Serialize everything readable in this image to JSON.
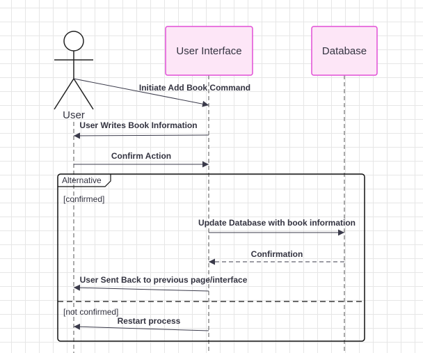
{
  "participants": {
    "user": {
      "label": "User"
    },
    "ui": {
      "label": "User Interface"
    },
    "db": {
      "label": "Database"
    }
  },
  "messages": {
    "initiate": "Initiate Add Book Command",
    "writes": "User Writes Book Information",
    "confirm_action": "Confirm Action",
    "update_db": "Update Database with book information",
    "confirmation": "Confirmation",
    "sent_back": "User Sent Back to previous page/interface",
    "restart": "Restart process"
  },
  "fragment": {
    "label": "Alternative",
    "guard_1": "[confirmed]",
    "guard_2": "[not confirmed]"
  },
  "colors": {
    "participant_fill": "#fde6f7",
    "participant_stroke": "#e14fd6",
    "line": "#3a3a4a",
    "text": "#333340"
  }
}
